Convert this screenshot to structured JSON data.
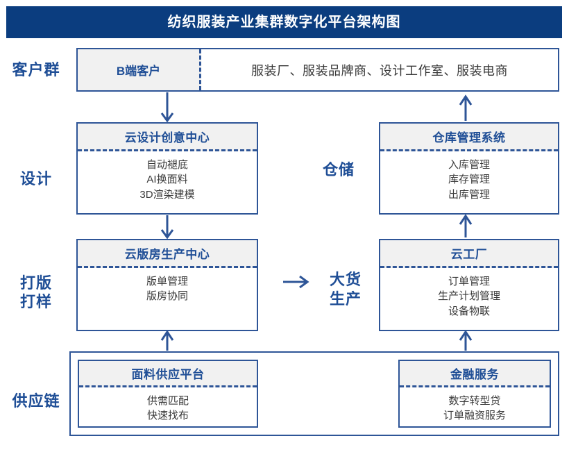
{
  "header": {
    "title": "纺织服装产业集群数字化平台架构图",
    "bar_color": "#0b3d7f",
    "text_color": "#ffffff"
  },
  "theme": {
    "border_color": "#2e5597",
    "head_fill": "#f1f1f1",
    "head_text_color": "#1f4e96",
    "body_text_color": "#3a3a3a",
    "label_color": "#1f4e96"
  },
  "row_labels": {
    "customer": "客户群",
    "design": "设计",
    "warehouse": "仓储",
    "patterning": "打版\n打样",
    "patterning_line1": "打版",
    "patterning_line2": "打样",
    "bulk_production_line1": "大货",
    "bulk_production_line2": "生产",
    "supply_chain": "供应链"
  },
  "customer_row": {
    "tag": "B端客户",
    "list": "服装厂、服装品牌商、设计工作室、服装电商"
  },
  "modules": {
    "cloud_design": {
      "title": "云设计创意中心",
      "features": [
        "自动褪底",
        "AI换面料",
        "3D渲染建模"
      ]
    },
    "warehouse_mgmt": {
      "title": "仓库管理系统",
      "features": [
        "入库管理",
        "库存管理",
        "出库管理"
      ]
    },
    "cloud_patternroom": {
      "title": "云版房生产中心",
      "features": [
        "版单管理",
        "版房协同"
      ]
    },
    "cloud_factory": {
      "title": "云工厂",
      "features": [
        "订单管理",
        "生产计划管理",
        "设备物联"
      ]
    },
    "fabric_supply": {
      "title": "面料供应平台",
      "features": [
        "供需匹配",
        "快速找布"
      ]
    },
    "financial_service": {
      "title": "金融服务",
      "features": [
        "数字转型贷",
        "订单融资服务"
      ]
    }
  },
  "connectors": [
    {
      "name": "customer-to-design",
      "direction": "down"
    },
    {
      "name": "design-to-patternroom",
      "direction": "down"
    },
    {
      "name": "fabric-to-patternroom",
      "direction": "up"
    },
    {
      "name": "patternroom-to-factory",
      "direction": "right"
    },
    {
      "name": "finance-to-factory",
      "direction": "up"
    },
    {
      "name": "factory-to-warehouse",
      "direction": "up"
    },
    {
      "name": "warehouse-to-customer",
      "direction": "up"
    }
  ]
}
